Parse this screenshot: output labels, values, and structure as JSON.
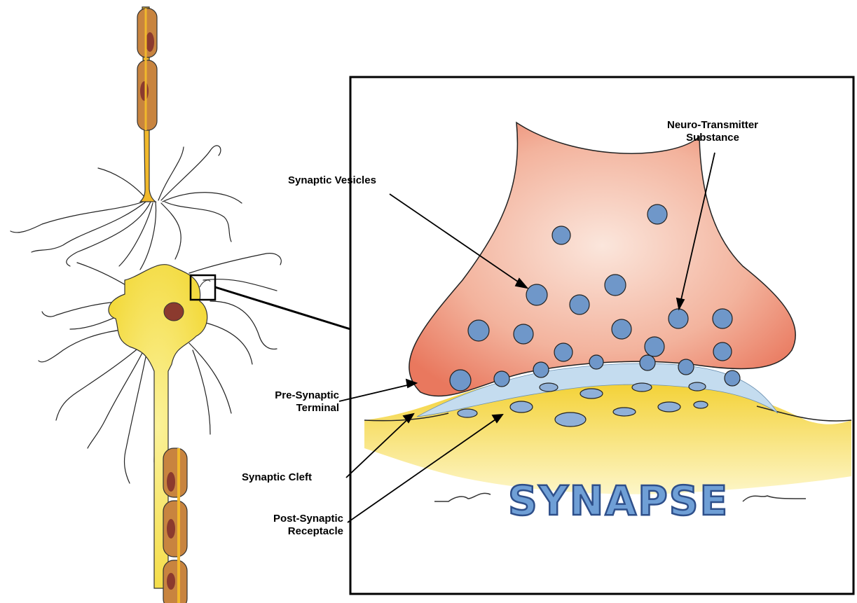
{
  "labels": {
    "neurotransmitter_line1": "Neuro-Transmitter",
    "neurotransmitter_line2": "Substance",
    "synaptic_vesicles": "Synaptic Vesicles",
    "pre_synaptic_line1": "Pre-Synaptic",
    "pre_synaptic_line2": "Terminal",
    "synaptic_cleft": "Synaptic Cleft",
    "post_synaptic_line1": "Post-Synaptic",
    "post_synaptic_line2": "Receptacle"
  },
  "title": "SYNAPSE",
  "colors": {
    "presynaptic": "#ee8a70",
    "vesicle": "#6f97c9",
    "cleft": "#bcd8ee",
    "postsynaptic": "#f6d84a",
    "neuron": "#f6df3c",
    "axon": "#e8a23a",
    "myelin": "#c98a4a",
    "nucleus": "#8b3a2e"
  }
}
